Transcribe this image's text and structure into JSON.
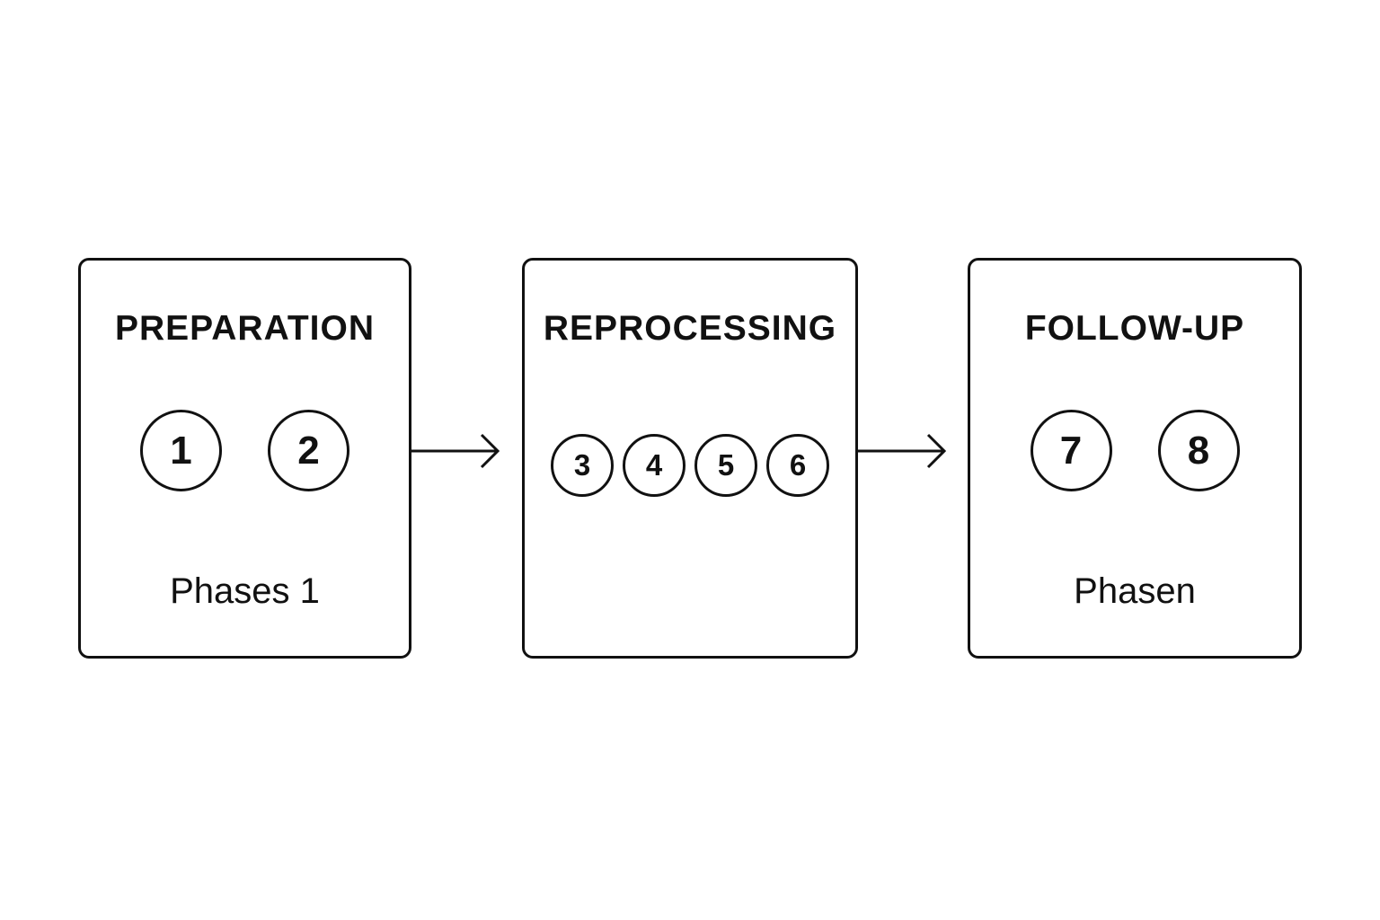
{
  "stages": [
    {
      "title": "PREPARATION",
      "phases": [
        "1",
        "2"
      ],
      "caption": "Phases 1"
    },
    {
      "title": "REPROCESSING",
      "phases": [
        "3",
        "4",
        "5",
        "6"
      ],
      "caption": ""
    },
    {
      "title": "FOLLOW-UP",
      "phases": [
        "7",
        "8"
      ],
      "caption": "Phasen"
    }
  ],
  "colors": {
    "stroke": "#111111",
    "background": "#ffffff"
  }
}
